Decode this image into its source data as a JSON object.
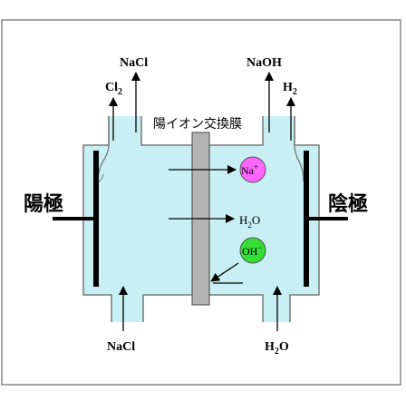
{
  "diagram": {
    "membrane_label": "陽イオン交換膜",
    "anode_label": "陽極",
    "cathode_label": "陰極",
    "top_left_gas": {
      "base": "Cl",
      "sub": "2"
    },
    "top_left_out": "NaCl",
    "top_right_out": "NaOH",
    "top_right_gas": {
      "base": "H",
      "sub": "2"
    },
    "bottom_left_in": "NaCl",
    "bottom_right_in": {
      "base": "H",
      "sub": "2",
      "tail": "O"
    },
    "ion_na": {
      "base": "Na",
      "sup": "+"
    },
    "molecule_water": {
      "base": "H",
      "sub": "2",
      "tail": "O"
    },
    "ion_oh": {
      "base": "OH",
      "sup": "−"
    },
    "colors": {
      "solution": "#c8f0f4",
      "membrane": "#b4b4b4",
      "na_ion": "#ff66ff",
      "oh_ion": "#33dd33",
      "outline": "#777777"
    }
  }
}
